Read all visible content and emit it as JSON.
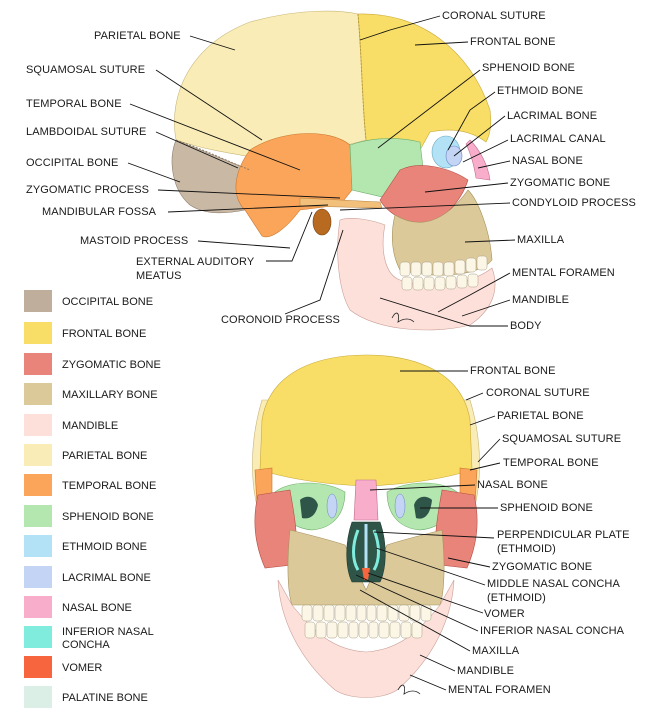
{
  "lateral_labels": {
    "parietal": "PARIETAL BONE",
    "squamosal": "SQUAMOSAL SUTURE",
    "temporal": "TEMPORAL BONE",
    "lambdoidal": "LAMBDOIDAL SUTURE",
    "occipital": "OCCIPITAL BONE",
    "zygomatic_process": "ZYGOMATIC PROCESS",
    "mandibular_fossa": "MANDIBULAR FOSSA",
    "mastoid": "MASTOID PROCESS",
    "ext_auditory_1": "EXTERNAL AUDITORY",
    "ext_auditory_2": "MEATUS",
    "coronoid": "CORONOID PROCESS",
    "coronal": "CORONAL SUTURE",
    "frontal": "FRONTAL BONE",
    "sphenoid": "SPHENOID BONE",
    "ethmoid": "ETHMOID BONE",
    "lacrimal": "LACRIMAL BONE",
    "lacrimal_canal": "LACRIMAL CANAL",
    "nasal": "NASAL BONE",
    "zygomatic": "ZYGOMATIC BONE",
    "condyloid": "CONDYLOID PROCESS",
    "maxilla": "MAXILLA",
    "mental_foramen": "MENTAL FORAMEN",
    "mandible": "MANDIBLE",
    "body": "BODY"
  },
  "frontal_labels": {
    "frontal": "FRONTAL BONE",
    "coronal": "CORONAL SUTURE",
    "parietal": "PARIETAL BONE",
    "squamosal": "SQUAMOSAL SUTURE",
    "temporal": "TEMPORAL BONE",
    "nasal": "NASAL BONE",
    "sphenoid": "SPHENOID BONE",
    "perp_1": "PERPENDICULAR PLATE",
    "perp_2": "(ETHMOID)",
    "zygomatic": "ZYGOMATIC BONE",
    "middle_1": "MIDDLE NASAL CONCHA",
    "middle_2": "(ETHMOID)",
    "vomer": "VOMER",
    "inferior": "INFERIOR NASAL CONCHA",
    "maxilla": "MAXILLA",
    "mandible": "MANDIBLE",
    "mental_foramen": "MENTAL FORAMEN"
  },
  "legend": [
    {
      "label": "OCCIPITAL BONE",
      "color": "#bfae9c"
    },
    {
      "label": "FRONTAL BONE",
      "color": "#f8de66"
    },
    {
      "label": "ZYGOMATIC BONE",
      "color": "#e8847a"
    },
    {
      "label": "MAXILLARY BONE",
      "color": "#dcc99a"
    },
    {
      "label": "MANDIBLE",
      "color": "#fde0da"
    },
    {
      "label": "PARIETAL BONE",
      "color": "#f9ecb6"
    },
    {
      "label": "TEMPORAL BONE",
      "color": "#fba55a"
    },
    {
      "label": "SPHENOID BONE",
      "color": "#b4e6b0"
    },
    {
      "label": "ETHMOID BONE",
      "color": "#b3e2f6"
    },
    {
      "label": "LACRIMAL BONE",
      "color": "#c4d4f4"
    },
    {
      "label": "NASAL BONE",
      "color": "#f8aecb"
    },
    {
      "label": "INFERIOR NASAL",
      "label2": "CONCHA",
      "color": "#80ecde"
    },
    {
      "label": "VOMER",
      "color": "#f7653e"
    },
    {
      "label": "PALATINE BONE",
      "color": "#dcefe6"
    }
  ]
}
